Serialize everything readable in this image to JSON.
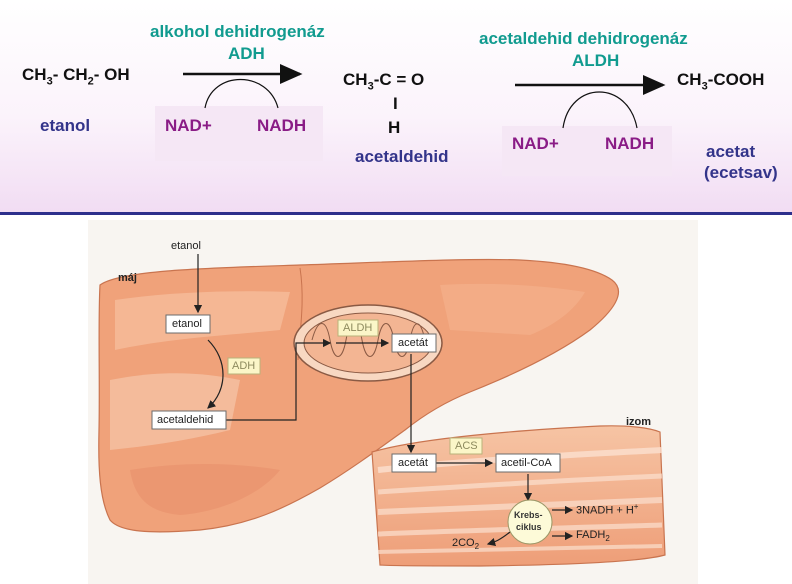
{
  "top": {
    "ethanol_formula": "CH3- CH2- OH",
    "ethanol_name": "etanol",
    "enzyme1_name": "alkohol dehidrogenáz",
    "enzyme1_abbr": "ADH",
    "cofactor1_in": "NAD+",
    "cofactor1_out": "NADH",
    "acetaldehyde_formula": "CH3-C = O",
    "acetaldehyde_bond": "I",
    "acetaldehyde_h": "H",
    "acetaldehyde_name": "acetaldehid",
    "enzyme2_name": "acetaldehid dehidrogenáz",
    "enzyme2_abbr": "ALDH",
    "cofactor2_in": "NAD+",
    "cofactor2_out": "NADH",
    "acetate_formula": "CH3-COOH",
    "acetate_name": "acetat",
    "acetate_alt": "(ecetsav)"
  },
  "diagram": {
    "ethanol_input": "etanol",
    "liver_label": "máj",
    "muscle_label": "izom",
    "ethanol_box": "etanol",
    "adh": "ADH",
    "acetaldehyde_box": "acetaldehid",
    "aldh": "ALDH",
    "acetate_box_liver": "acetát",
    "acetate_box_muscle": "acetát",
    "acs": "ACS",
    "acetyl_coa": "acetil-CoA",
    "krebs_line1": "Krebs-",
    "krebs_line2": "ciklus",
    "nadh_out": "3NADH + H+",
    "fadh_out": "FADH2",
    "co2_out": "2CO2"
  },
  "colors": {
    "teal": "#119b8f",
    "blue": "#33348a",
    "purple": "#8a1c86",
    "liver_fill": "#f0a27a",
    "divider": "#2d2f8c"
  }
}
